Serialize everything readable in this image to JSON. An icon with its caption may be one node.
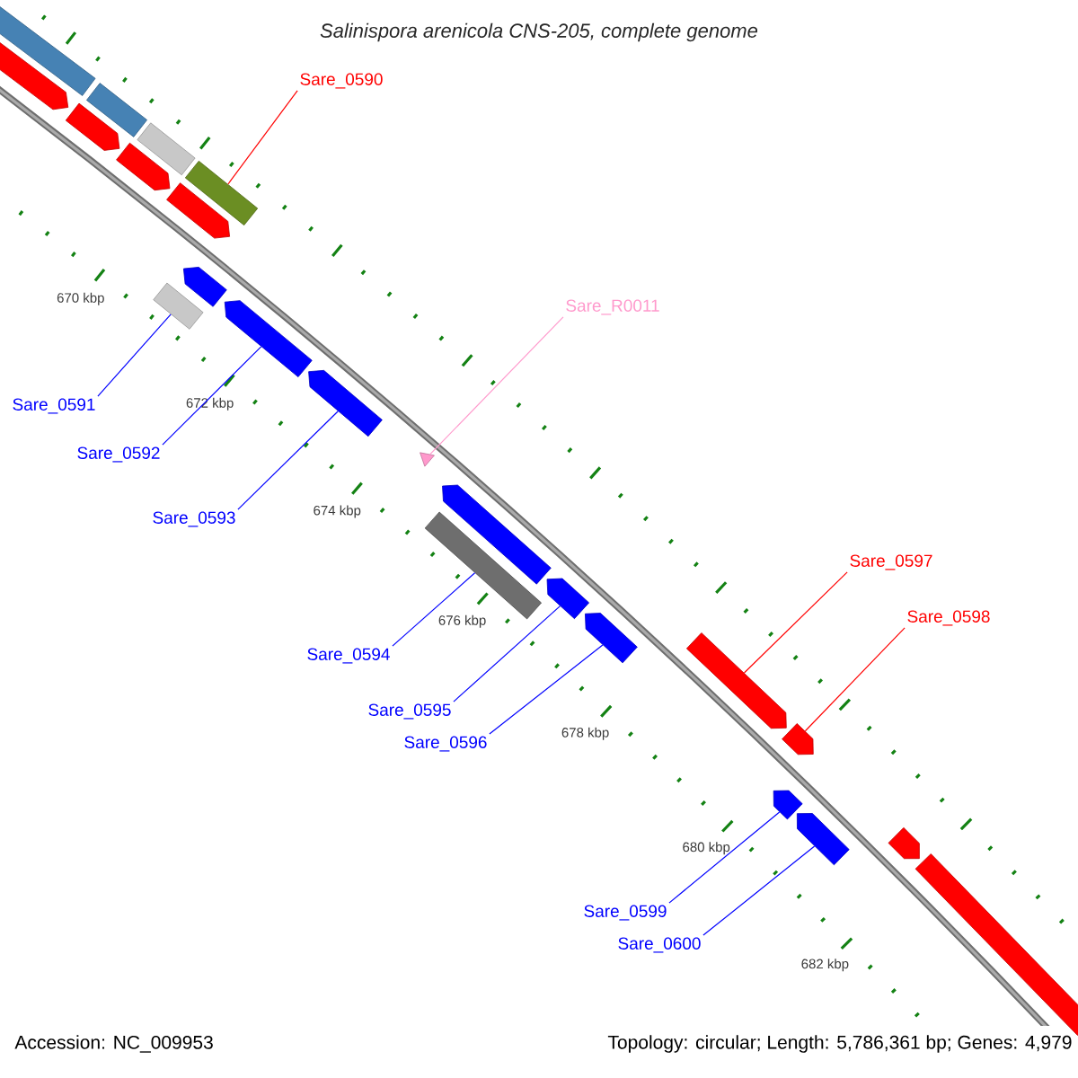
{
  "diagram": {
    "title": "Salinispora arenicola CNS-205, complete genome",
    "nodes": [
      {
        "text": [
          "Sare_0590"
        ]
      },
      {
        "text": [
          "Sare_0591"
        ]
      },
      {
        "text": [
          "Sare_0592"
        ]
      },
      {
        "text": [
          "Sare_0593"
        ]
      },
      {
        "text": [
          "Sare_0594"
        ]
      },
      {
        "text": [
          "Sare_0595"
        ]
      },
      {
        "text": [
          "Sare_0596"
        ]
      },
      {
        "text": [
          "Sare_R0011"
        ]
      },
      {
        "text": [
          "Sare_0597"
        ]
      },
      {
        "text": [
          "Sare_0598"
        ]
      },
      {
        "text": [
          "Sare_0599"
        ]
      },
      {
        "text": [
          "Sare_0600"
        ]
      },
      {
        "text": [],
        "shape": "box"
      },
      {
        "text": [],
        "shape": "pentagon"
      },
      {
        "text": [],
        "shape": "box"
      },
      {
        "text": [],
        "shape": "pentagon"
      },
      {
        "text": [],
        "shape": "box"
      },
      {
        "text": [],
        "shape": "pentagon"
      },
      {
        "text": [],
        "shape": "box"
      },
      {
        "text": [],
        "shape": "pentagon"
      },
      {
        "text": [],
        "shape": "box"
      },
      {
        "text": [],
        "shape": "pentagon"
      },
      {
        "text": [],
        "shape": "pentagon"
      },
      {
        "text": [],
        "shape": "pentagon"
      },
      {
        "text": [],
        "shape": "triangle"
      },
      {
        "text": [],
        "shape": "box"
      },
      {
        "text": [],
        "shape": "pentagon"
      },
      {
        "text": [],
        "shape": "pentagon"
      },
      {
        "text": [],
        "shape": "pentagon"
      },
      {
        "text": [],
        "shape": "pentagon"
      },
      {
        "text": [],
        "shape": "pentagon"
      },
      {
        "text": [],
        "shape": "pentagon"
      },
      {
        "text": [],
        "shape": "pentagon"
      },
      {
        "text": [],
        "shape": "pentagon"
      },
      {
        "text": [],
        "shape": "pentagon"
      }
    ],
    "edges": [
      {
        "from": 0,
        "to": 18,
        "arrow": "none",
        "color": "#ff0000"
      },
      {
        "from": 1,
        "to": 20,
        "arrow": "none"
      },
      {
        "from": 2,
        "to": 22,
        "arrow": "none"
      },
      {
        "from": 3,
        "to": 23,
        "arrow": "none"
      },
      {
        "from": 4,
        "to": 25,
        "arrow": "none"
      },
      {
        "from": 5,
        "to": 27,
        "arrow": "none"
      },
      {
        "from": 6,
        "to": 28,
        "arrow": "none"
      },
      {
        "from": 7,
        "to": 24,
        "arrow": "none",
        "color": "#ff99cc"
      },
      {
        "from": 8,
        "to": 29,
        "arrow": "none",
        "color": "#ff0000"
      },
      {
        "from": 9,
        "to": 30,
        "arrow": "none",
        "color": "#ff0000"
      },
      {
        "from": 10,
        "to": 31,
        "arrow": "none"
      },
      {
        "from": 11,
        "to": 32,
        "arrow": "none"
      }
    ],
    "labels": [
      "670 kbp",
      "672 kbp",
      "674 kbp",
      "676 kbp",
      "678 kbp",
      "680 kbp",
      "682 kbp",
      "Accession: NC_009953",
      "Topology: circular; Length: 5,786,361 bp; Genes: 4,979"
    ]
  }
}
